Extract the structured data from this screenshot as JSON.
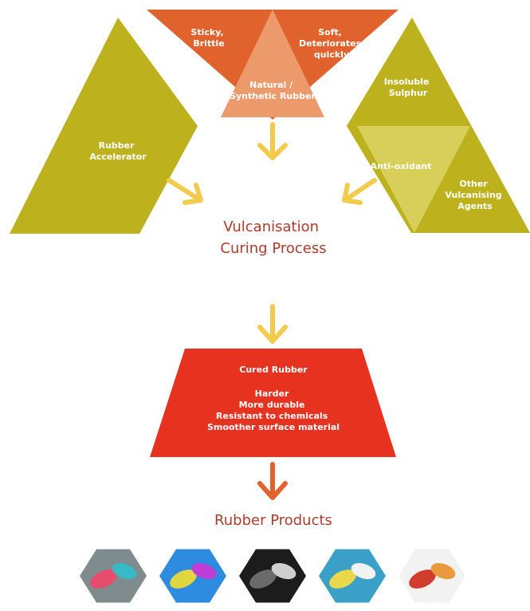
{
  "colors": {
    "top_triangle": "#e0622c",
    "top_inner": "#ec9a6c",
    "left_triangle": "#bdb21e",
    "right_triangle": "#bdb21e",
    "right_inner": "#d8cf5a",
    "arrow_yellow": "#f2cb4c",
    "arrow_orange": "#e0622c",
    "cured_box": "#e7321f",
    "title_text": "#b23a2a"
  },
  "top": {
    "left_label": [
      "Sticky,",
      "Brittle"
    ],
    "right_label": [
      "Soft,",
      "Deteriorates",
      "quickly"
    ],
    "center_label": [
      "Natural /",
      "Synthetic Rubber"
    ]
  },
  "left": {
    "label": [
      "Rubber",
      "Accelerator"
    ]
  },
  "right": {
    "top_label": [
      "Insoluble",
      "Sulphur"
    ],
    "middle_label": [
      "Anti-oxidant"
    ],
    "bottom_label": [
      "Other",
      "Vulcanising",
      "Agents"
    ]
  },
  "process": {
    "title": [
      "Vulcanisation",
      "Curing Process"
    ]
  },
  "cured": {
    "heading": "Cured Rubber",
    "properties": [
      "Harder",
      "More durable",
      "Resistant to chemicals",
      "Smoother surface material"
    ]
  },
  "products": {
    "title": "Rubber Products",
    "items": [
      {
        "name": "flip-flops-icon",
        "colors": [
          "#7f8c8d",
          "#e74c6c",
          "#37b9c6"
        ]
      },
      {
        "name": "balloons-icon",
        "colors": [
          "#2d8be0",
          "#e0d640",
          "#c03cd6"
        ]
      },
      {
        "name": "tyre-icon",
        "colors": [
          "#1c1c1c",
          "#6a6a6a",
          "#cfcfcf"
        ]
      },
      {
        "name": "hose-icon",
        "colors": [
          "#3aa0c8",
          "#e8d84a",
          "#f2f2f2"
        ]
      },
      {
        "name": "capsules-icon",
        "colors": [
          "#f2f2f2",
          "#d23c2c",
          "#e89a3c"
        ]
      }
    ]
  }
}
